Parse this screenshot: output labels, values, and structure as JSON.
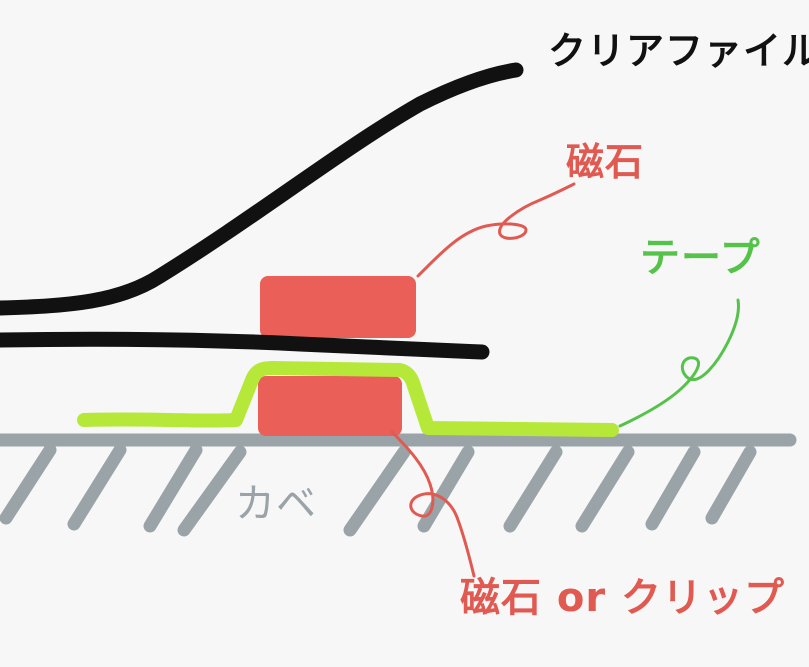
{
  "labels": {
    "clear_file": "クリアファイル",
    "magnet_top": "磁石",
    "tape": "テープ",
    "wall": "カベ",
    "magnet_bottom": "磁石 or クリップ"
  },
  "colors": {
    "background": "#f7f7f7",
    "clear_file": "#111111",
    "magnet": "#ea5f57",
    "tape": "#b6e83a",
    "wall": "#9aa3a8",
    "leader_magnet": "#e05a52",
    "leader_tape": "#55c24a",
    "label_clear_file": "#111111",
    "label_magnet": "#e05a52",
    "label_tape": "#55c24a",
    "label_wall": "#9aa3a8"
  }
}
